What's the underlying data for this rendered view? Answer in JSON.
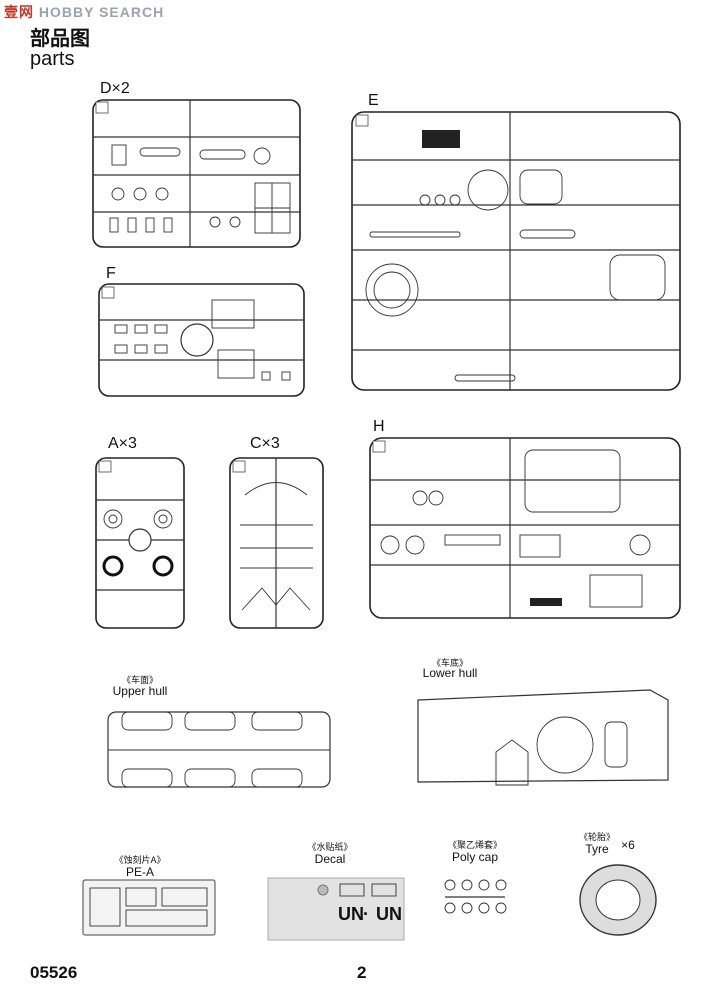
{
  "watermark": {
    "cn": "壹网",
    "en": "HOBBY SEARCH"
  },
  "header": {
    "title_cn": "部品图",
    "title_en": "parts"
  },
  "sprues": [
    {
      "id": "d",
      "label": "D×2",
      "tag": "D"
    },
    {
      "id": "e",
      "label": "E",
      "tag": "E"
    },
    {
      "id": "f",
      "label": "F",
      "tag": "F"
    },
    {
      "id": "a",
      "label": "A×3",
      "tag": "A"
    },
    {
      "id": "c",
      "label": "C×3",
      "tag": "C"
    },
    {
      "id": "h",
      "label": "H",
      "tag": "H"
    }
  ],
  "captions": {
    "upper_hull": {
      "cn": "《车面》",
      "en": "Upper hull"
    },
    "lower_hull": {
      "cn": "《车底》",
      "en": "Lower hull"
    },
    "pe": {
      "cn": "《蚀刻片A》",
      "en": "PE-A"
    },
    "decal": {
      "cn": "《水贴纸》",
      "en": "Decal"
    },
    "polycap": {
      "cn": "《聚乙烯套》",
      "en": "Poly cap"
    },
    "tyre": {
      "cn": "《轮胎》",
      "en": "Tyre",
      "qty": "×6"
    }
  },
  "decal_sheet": {
    "marking": "UN",
    "separator": "·"
  },
  "footer": {
    "code": "05526",
    "page": "2"
  }
}
